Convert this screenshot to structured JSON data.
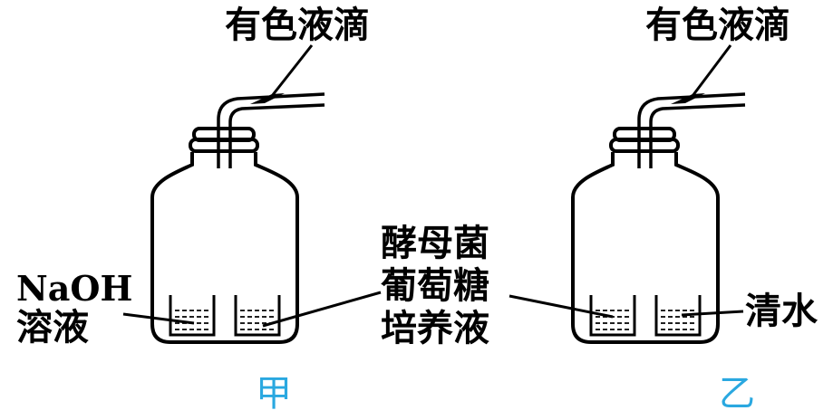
{
  "left_setup": {
    "droplet_label": "有色液滴",
    "left_beaker_label": [
      "NaOH",
      "溶液"
    ],
    "right_beaker_label": [
      "酵母菌",
      "葡萄糖",
      "培养液"
    ],
    "caption": "甲"
  },
  "right_setup": {
    "droplet_label": "有色液滴",
    "right_beaker_label": "清水",
    "caption": "乙"
  },
  "colors": {
    "ink": "#000000",
    "caption": "#2aa8e0"
  }
}
